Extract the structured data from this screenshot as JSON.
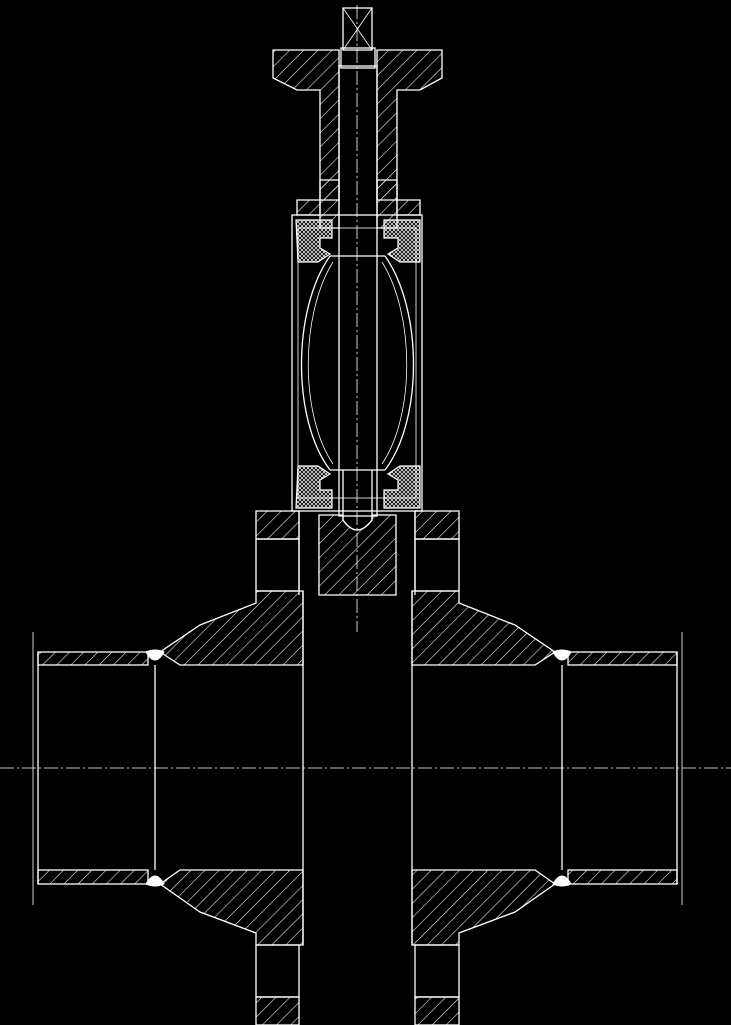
{
  "drawing": {
    "kind": "technical cross-section drawing",
    "colors": {
      "background": "#000000",
      "line": "#ffffff"
    },
    "components": [
      "handwheel-stem",
      "bonnet-handwheel",
      "bonnet-neck",
      "body-upper-flange",
      "gate-chamber",
      "wedge-gate",
      "seal-rings",
      "gate-hub",
      "main-body-flanges",
      "inlet-pipe",
      "outlet-pipe",
      "weld-seams",
      "centerlines"
    ],
    "visible_text": []
  }
}
